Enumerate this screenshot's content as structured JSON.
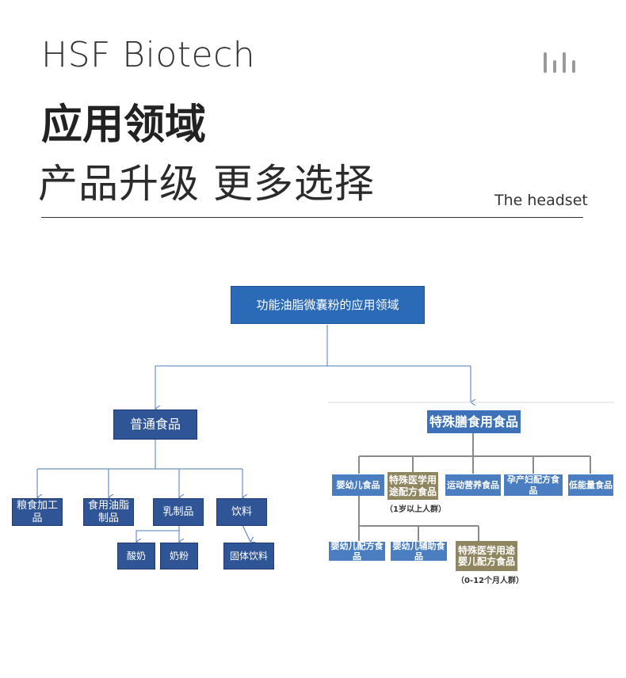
{
  "header": {
    "brand": "HSF Biotech",
    "title": "应用领域",
    "subtitle": "产品升级 更多选择",
    "tagline": "The headset",
    "decor_icon": "equalizer-bars-icon"
  },
  "diagram": {
    "root": "功能油脂微囊粉的应用领域",
    "left": {
      "label": "普通食品",
      "children": [
        "粮食加工品",
        "食用油脂制品",
        "乳制品",
        "饮料"
      ],
      "dairy_children": [
        "酸奶",
        "奶粉"
      ],
      "beverage_children": [
        "固体饮料"
      ]
    },
    "right": {
      "label": "特殊膳食用食品",
      "children": [
        "婴幼儿食品",
        "特殊医学用途配方食品",
        "运动营养食品",
        "孕产妇配方食品",
        "低能量食品"
      ],
      "fsmp_note": "（1岁以上人群）",
      "infant_children": [
        "婴幼儿配方食品",
        "婴幼儿辅助食品",
        "特殊医学用途婴儿配方食品"
      ],
      "infant_fsmp_note": "（0-12个月人群）"
    },
    "colors": {
      "dark_blue": "#2f5597",
      "root_blue": "#2a6ab7",
      "light_blue": "#4a7ec0",
      "olive": "#8f8660"
    }
  }
}
